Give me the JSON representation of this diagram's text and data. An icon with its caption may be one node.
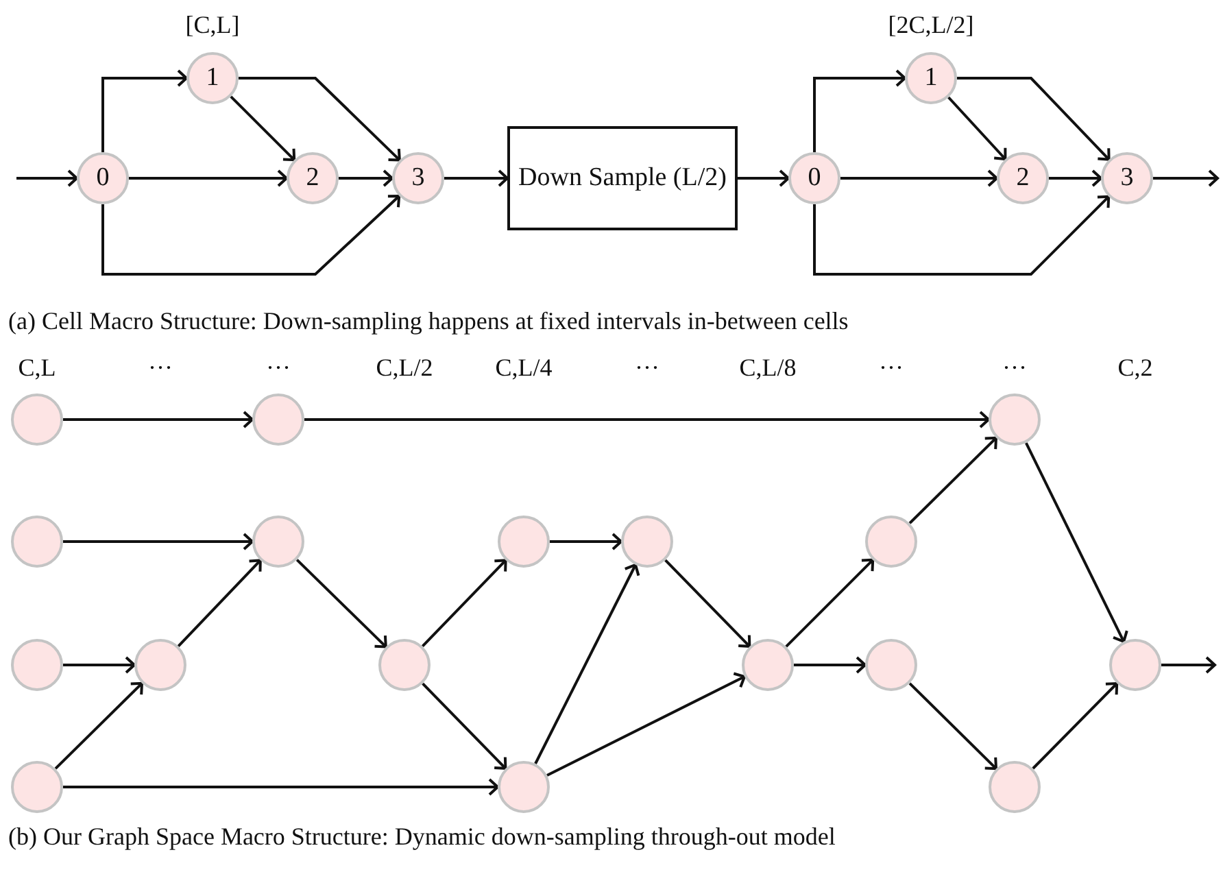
{
  "diagram": {
    "nodes": [
      {
        "text": [
          "0"
        ]
      },
      {
        "text": [
          "1"
        ],
        "beside": [
          "[C,L]"
        ]
      },
      {
        "text": [
          "2"
        ]
      },
      {
        "text": [
          "3"
        ]
      },
      {
        "text": [
          "Down Sample (L/2)"
        ]
      },
      {
        "text": [
          "0"
        ]
      },
      {
        "text": [
          "1"
        ],
        "beside": [
          "[2C,L/2]"
        ]
      },
      {
        "text": [
          "2"
        ]
      },
      {
        "text": [
          "3"
        ]
      },
      {
        "text": [],
        "shape": "circle"
      },
      {
        "text": [],
        "shape": "circle"
      },
      {
        "text": [],
        "shape": "circle"
      },
      {
        "text": [],
        "shape": "circle"
      },
      {
        "text": [],
        "shape": "circle"
      },
      {
        "text": [],
        "shape": "circle"
      },
      {
        "text": [],
        "shape": "circle"
      },
      {
        "text": [],
        "shape": "circle"
      },
      {
        "text": [],
        "shape": "circle"
      },
      {
        "text": [],
        "shape": "circle"
      },
      {
        "text": [],
        "shape": "circle"
      },
      {
        "text": [],
        "shape": "circle"
      },
      {
        "text": [],
        "shape": "circle"
      },
      {
        "text": [],
        "shape": "circle"
      },
      {
        "text": [],
        "shape": "circle"
      },
      {
        "text": [],
        "shape": "circle"
      },
      {
        "text": [],
        "shape": "circle"
      }
    ],
    "edges": [
      {
        "from": null,
        "to": 0,
        "arrow": "to"
      },
      {
        "from": 0,
        "to": 1,
        "arrow": "to"
      },
      {
        "from": 0,
        "to": 2,
        "arrow": "to"
      },
      {
        "from": 0,
        "to": 3,
        "arrow": "to"
      },
      {
        "from": 1,
        "to": 2,
        "arrow": "to"
      },
      {
        "from": 1,
        "to": 3,
        "arrow": "to"
      },
      {
        "from": 2,
        "to": 3,
        "arrow": "to"
      },
      {
        "from": 3,
        "to": 4,
        "arrow": "to"
      },
      {
        "from": 4,
        "to": 5,
        "arrow": "to"
      },
      {
        "from": 5,
        "to": 6,
        "arrow": "to"
      },
      {
        "from": 5,
        "to": 7,
        "arrow": "to"
      },
      {
        "from": 5,
        "to": 8,
        "arrow": "to"
      },
      {
        "from": 6,
        "to": 7,
        "arrow": "to"
      },
      {
        "from": 6,
        "to": 8,
        "arrow": "to"
      },
      {
        "from": 7,
        "to": 8,
        "arrow": "to"
      },
      {
        "from": 8,
        "to": null,
        "arrow": "to"
      },
      {
        "from": 9,
        "to": 14,
        "arrow": "to"
      },
      {
        "from": 14,
        "to": 23,
        "arrow": "to"
      },
      {
        "from": 10,
        "to": 15,
        "arrow": "to"
      },
      {
        "from": 11,
        "to": 13,
        "arrow": "to"
      },
      {
        "from": 12,
        "to": 13,
        "arrow": "to"
      },
      {
        "from": 12,
        "to": 18,
        "arrow": "to"
      },
      {
        "from": 13,
        "to": 15,
        "arrow": "to"
      },
      {
        "from": 15,
        "to": 16,
        "arrow": "to"
      },
      {
        "from": 16,
        "to": 17,
        "arrow": "to"
      },
      {
        "from": 16,
        "to": 18,
        "arrow": "to"
      },
      {
        "from": 17,
        "to": 19,
        "arrow": "to"
      },
      {
        "from": 18,
        "to": 19,
        "arrow": "to"
      },
      {
        "from": 18,
        "to": 20,
        "arrow": "to"
      },
      {
        "from": 19,
        "to": 20,
        "arrow": "to"
      },
      {
        "from": 20,
        "to": 21,
        "arrow": "to"
      },
      {
        "from": 20,
        "to": 22,
        "arrow": "to"
      },
      {
        "from": 21,
        "to": 23,
        "arrow": "to"
      },
      {
        "from": 22,
        "to": 24,
        "arrow": "to"
      },
      {
        "from": 23,
        "to": 25,
        "arrow": "to"
      },
      {
        "from": 24,
        "to": 25,
        "arrow": "to"
      },
      {
        "from": 25,
        "to": null,
        "arrow": "to"
      }
    ],
    "labels": [
      "(a) Cell Macro Structure: Down-sampling happens at fixed intervals in-between cells",
      "C,L",
      "···",
      "···",
      "C,L/2",
      "C,L/4",
      "···",
      "C,L/8",
      "···",
      "···",
      "C,2",
      "(b) Our Graph Space Macro Structure: Dynamic down-sampling through-out model"
    ]
  }
}
